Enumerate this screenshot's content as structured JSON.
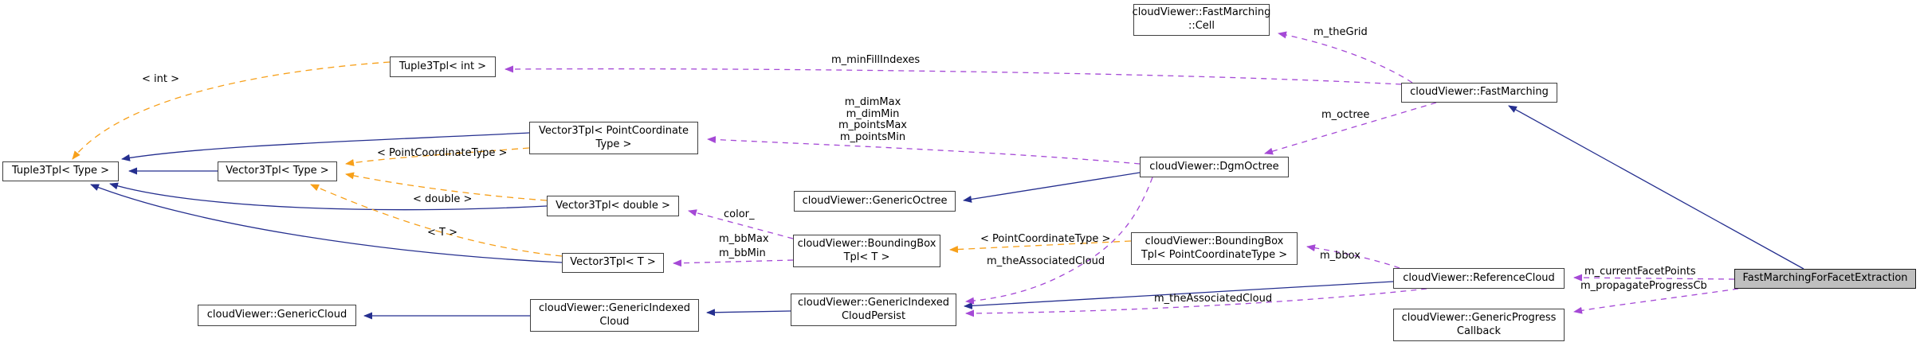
{
  "diagram": {
    "kind": "doxygen-collaboration-graph"
  },
  "colors": {
    "inheritance_edge": "#252f8f",
    "usage_edge": "#a549d6",
    "template_edge": "#f7a01a",
    "node_border": "#404040",
    "node_fill": "#ffffff",
    "highlight_fill": "#bfbfbf",
    "text": "#000000"
  },
  "nodes": {
    "cell": {
      "label": "cloudViewer::FastMarching\n::Cell"
    },
    "fast_marching": {
      "label": "cloudViewer::FastMarching"
    },
    "tuple3tpl_int": {
      "label": "Tuple3Tpl< int >"
    },
    "tuple3tpl_type": {
      "label": "Tuple3Tpl< Type >"
    },
    "vector3tpl_type": {
      "label": "Vector3Tpl< Type >"
    },
    "vector3tpl_pct": {
      "label": "Vector3Tpl< PointCoordinate\nType >"
    },
    "vector3tpl_double": {
      "label": "Vector3Tpl< double >"
    },
    "vector3tpl_t": {
      "label": "Vector3Tpl< T >"
    },
    "generic_octree": {
      "label": "cloudViewer::GenericOctree"
    },
    "dgm_octree": {
      "label": "cloudViewer::DgmOctree"
    },
    "bounding_box_t": {
      "label": "cloudViewer::BoundingBox\nTpl< T >"
    },
    "bounding_box_pct": {
      "label": "cloudViewer::BoundingBox\nTpl< PointCoordinateType >"
    },
    "generic_indexed_cloud_persist": {
      "label": "cloudViewer::GenericIndexed\nCloudPersist"
    },
    "generic_indexed_cloud": {
      "label": "cloudViewer::GenericIndexed\nCloud"
    },
    "generic_cloud": {
      "label": "cloudViewer::GenericCloud"
    },
    "reference_cloud": {
      "label": "cloudViewer::ReferenceCloud"
    },
    "generic_progress_callback": {
      "label": "cloudViewer::GenericProgress\nCallback"
    },
    "main": {
      "label": "FastMarchingForFacetExtraction"
    }
  },
  "edge_labels": {
    "tpl_int": "< int >",
    "m_theGrid": "m_theGrid",
    "m_minFillIndexes": "m_minFillIndexes",
    "m_octree": "m_octree",
    "dgm_dims": "m_dimMax\nm_dimMin\nm_pointsMax\nm_pointsMin",
    "tpl_pct_left": "< PointCoordinateType >",
    "tpl_double": "< double >",
    "tpl_t": "< T >",
    "color": "color_",
    "m_bbMax": "m_bbMax",
    "m_bbMin": "m_bbMin",
    "tpl_pct_right": "< PointCoordinateType >",
    "assoc_upper": "m_theAssociatedCloud",
    "assoc_lower": "m_theAssociatedCloud",
    "m_bbox": "m_bbox",
    "m_currentFacetPoints": "m_currentFacetPoints",
    "m_propagateProgressCb": "m_propagateProgressCb"
  }
}
